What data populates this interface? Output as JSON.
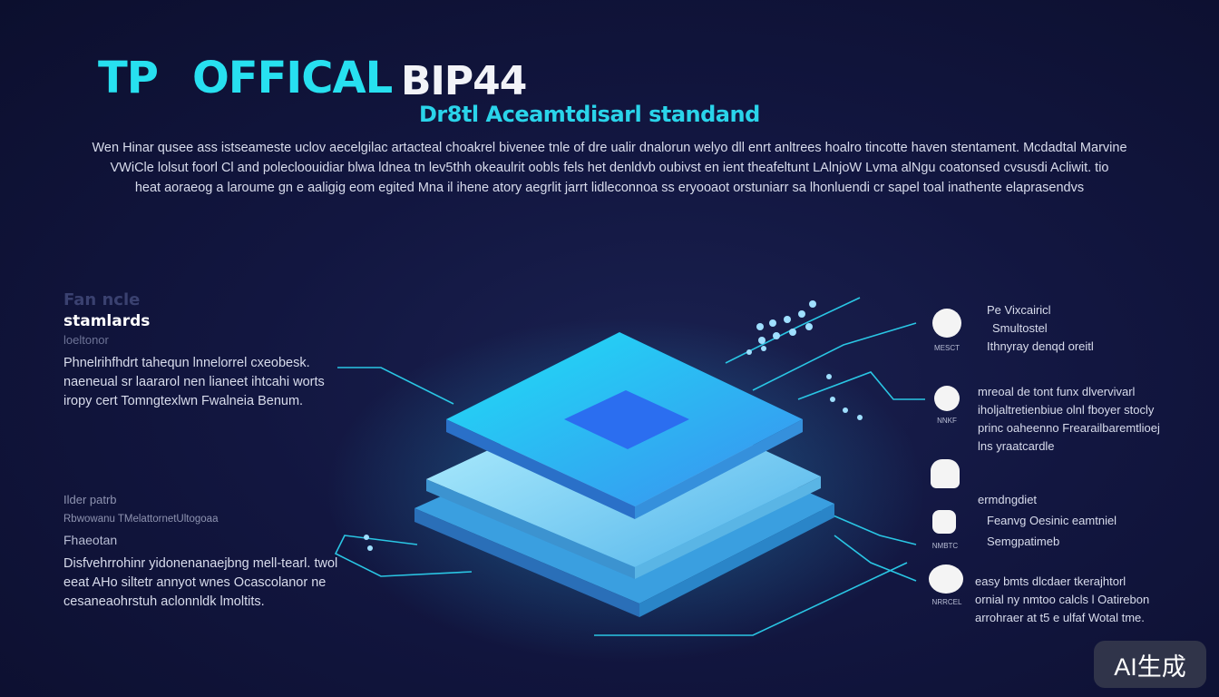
{
  "header": {
    "title_part1": "TP",
    "title_part2": "OFFICAL",
    "title_part3": "BIP44",
    "subtitle": "Dr8tl Aceamtdisarl standand"
  },
  "intro": {
    "lines": [
      "Wen Hinar qusee ass istseameste uclov aecelgilac artacteal choakrel bivenee tnle of dre ualir dnalorun welyo dll enrt anltrees hoalro tincotte haven stentament. Mcdadtal Marvine",
      "VWiCle lolsut foorl Cl and polecloouidiar blwa ldnea tn lev5thh okeaulrit oobls fels het denldvb oubivst en ient theafeltunt LAlnjoW Lvma alNgu coatonsed cvsusdi Acliwit. tio",
      "heat aoraeog a laroume gn e aaligig eom egited Mna il ihene atory aegrlit jarrt lidleconnoa ss eryooaot orstuniarr sa lhonluendi cr sapel toal inathente elaprasendvs"
    ]
  },
  "left_panel": {
    "ghost_heading": "Fan    ncle",
    "heading": "stamlards",
    "subheading": "loeltonor",
    "text": "Phnelrihfhdrt tahequn lnnelorrel cxeobesk. naeneual sr laararol nen lianeet ihtcahi worts iropy cert Tomngtexlwn Fwalneia Benum.",
    "section2_label": "Ilder patrb",
    "section2_caption": "Rbwowanu TMelattornetUltogoaa",
    "section2_title": "Fhaeotan",
    "section2_text": "Disfvehrrohinr yidonenanaejbng mell-tearl. twol eeat AHo siltetr annyot wnes Ocascolanor ne cesaneaohrstuh aclonnldk lmoltits."
  },
  "right_panel": {
    "items": [
      {
        "icon": "globe-icon",
        "caption": "MESCT",
        "lines": [
          "Pe Vixcairicl",
          "Smultostel",
          "Ithnyray denqd oreitl"
        ]
      },
      {
        "icon": "shield-icon",
        "caption": "NNKF",
        "lines": [
          "mreoal de tont funx dlvervivarl",
          "iholjaltretienbiue olnl fboyer stocly",
          "princ oaheenno Frearailbaremtlioej",
          "lns yraatcardle"
        ]
      },
      {
        "icon": "cloud-icon",
        "caption": "",
        "lines": []
      },
      {
        "icon": "wallet-icon",
        "caption": "NMBTC",
        "lines": [
          "ermdngdiet",
          "Feanvg Oesinic eamtniel",
          "Semgpatimeb"
        ]
      },
      {
        "icon": "coin-icon",
        "caption": "NRRCEL",
        "lines": [
          "easy bmts dlcdaer tkerajhtorl",
          "ornial ny nmtoo calcls l Oatirebon",
          "arrohraer at t5 e ulfaf Wotal tme."
        ]
      }
    ]
  },
  "watermark": {
    "label": "AI生成"
  },
  "colors": {
    "background": "#121640",
    "accent": "#27e0f0",
    "plate": "#3bb8f2"
  }
}
